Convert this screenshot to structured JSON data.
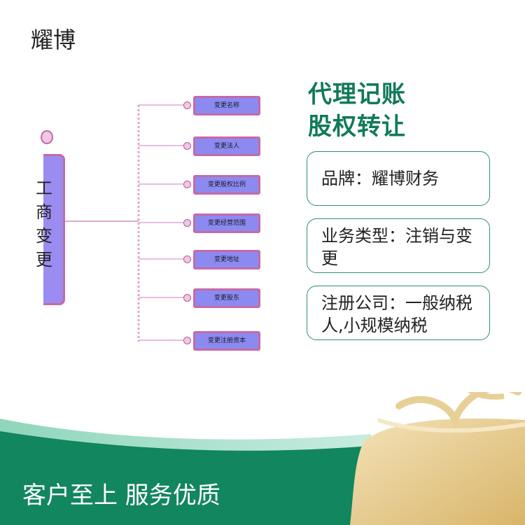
{
  "brand": "耀博",
  "mindmap": {
    "root_label": "工商变更",
    "nodes": [
      "变更名称",
      "变更法人",
      "变更股权比例",
      "变更经营范围",
      "变更地址",
      "变更股东",
      "变更注册资本"
    ]
  },
  "headline": {
    "line1": "代理记账",
    "line2": "股权转让"
  },
  "info_cards": [
    {
      "text": "品牌：耀博财务"
    },
    {
      "text": "业务类型：注销与变更"
    },
    {
      "text": "注册公司：一般纳税人,小规模纳税"
    }
  ],
  "banner": {
    "slogan": "客户至上 服务优质"
  },
  "colors": {
    "accent_green": "#0f7a58",
    "card_border": "#2f8f72",
    "node_fill": "#8c8af0",
    "node_border": "#c46aa8",
    "gold": "#e8cf96"
  }
}
